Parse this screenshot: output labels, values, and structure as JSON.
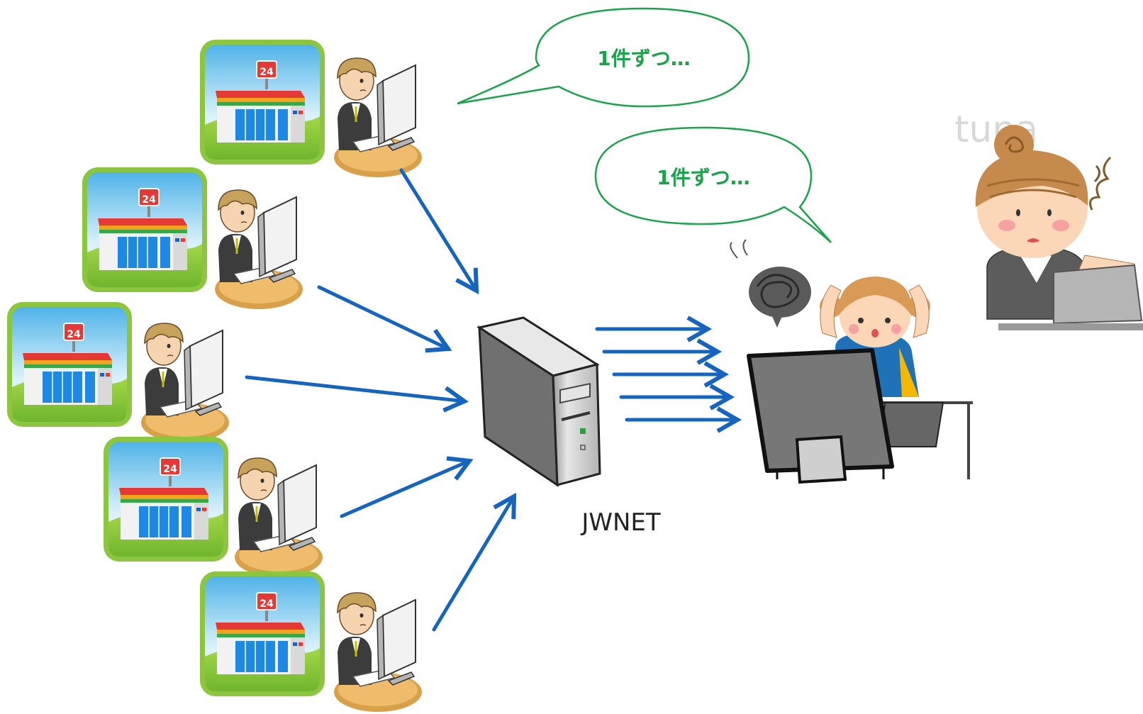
{
  "bubbles": {
    "top": "1件ずつ…",
    "middle": "1件ずつ…"
  },
  "server": {
    "label": "JWNET"
  },
  "stores": {
    "sign": "24",
    "count": 5
  },
  "watermark": "tuna",
  "colors": {
    "arrow": "#1565c0",
    "bubble_stroke": "#1aa34a",
    "bubble_text": "#1aa34a",
    "store_frame": "#8cc63f",
    "store_sky": "#bfe6f6",
    "store_grass": "#8cc63f",
    "store_roof": "#e53935",
    "server_body": "#c8c8c8"
  },
  "icons": [
    "convenience-store-icon",
    "office-worker-icon",
    "computer-monitor-icon",
    "server-tower-icon",
    "stressed-girl-icon",
    "worried-woman-icon",
    "scribble-cloud-icon"
  ]
}
